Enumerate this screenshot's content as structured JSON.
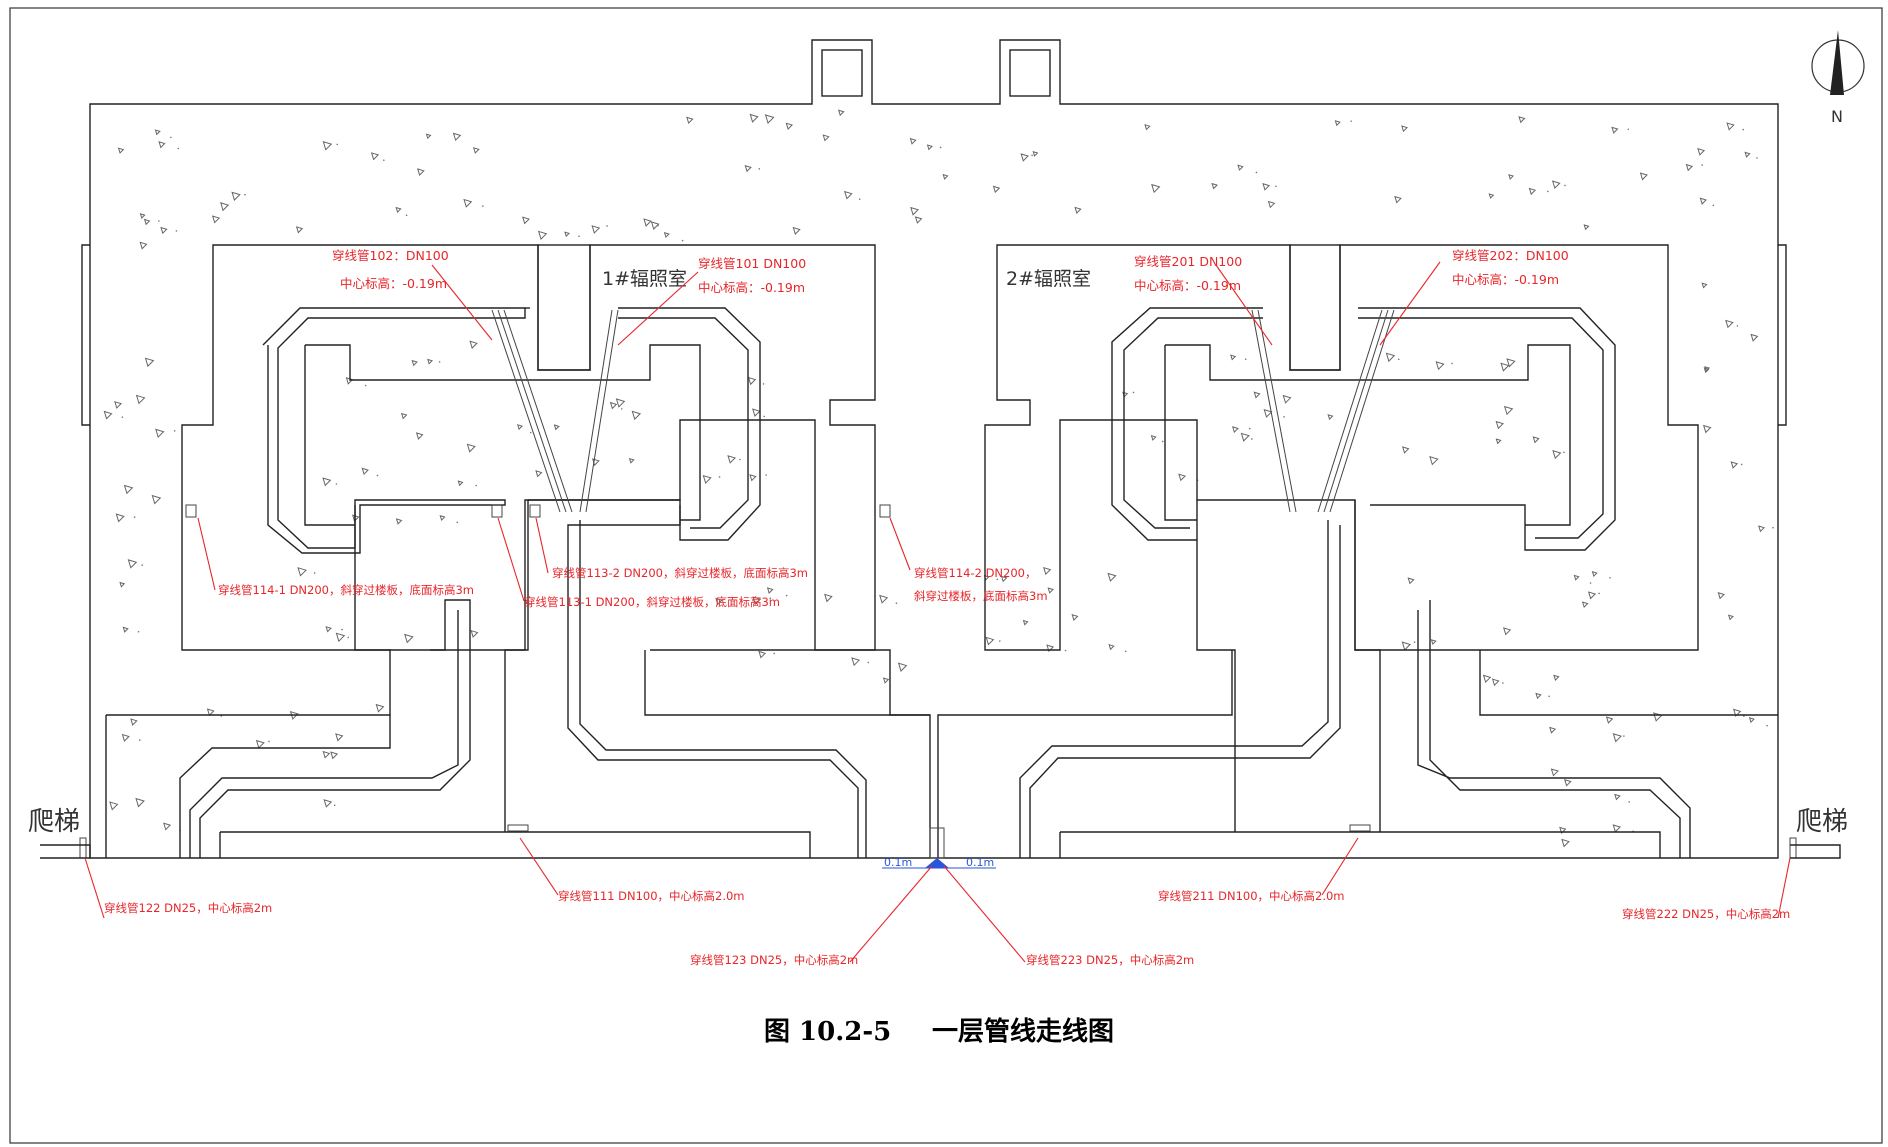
{
  "figure": {
    "caption_number": "图 10.2-5",
    "caption_title": "一层管线走线图",
    "north_label": "N",
    "rooms": [
      {
        "label": "1#辐照室"
      },
      {
        "label": "2#辐照室"
      }
    ],
    "ladders": [
      {
        "label": "爬梯"
      },
      {
        "label": "爬梯"
      }
    ],
    "dimensions": [
      "0.1m",
      "0.1m"
    ],
    "annotations": [
      {
        "id": "a102",
        "lines": [
          "穿线管102：DN100",
          "中心标高：-0.19m"
        ]
      },
      {
        "id": "a101",
        "lines": [
          "穿线管101 DN100",
          "中心标高：-0.19m"
        ]
      },
      {
        "id": "a201",
        "lines": [
          "穿线管201 DN100",
          "中心标高：-0.19m"
        ]
      },
      {
        "id": "a202",
        "lines": [
          "穿线管202：DN100",
          "中心标高：-0.19m"
        ]
      },
      {
        "id": "a114_1",
        "lines": [
          "穿线管114-1 DN200，斜穿过楼板，底面标高3m"
        ]
      },
      {
        "id": "a113_2",
        "lines": [
          "穿线管113-2 DN200，斜穿过楼板，底面标高3m"
        ]
      },
      {
        "id": "a113_1",
        "lines": [
          "穿线管113-1 DN200，斜穿过楼板，底面标高3m"
        ]
      },
      {
        "id": "a114_2",
        "lines": [
          "穿线管114-2 DN200，",
          "斜穿过楼板，底面标高3m"
        ]
      },
      {
        "id": "a122",
        "lines": [
          "穿线管122 DN25，中心标高2m"
        ]
      },
      {
        "id": "a111",
        "lines": [
          "穿线管111 DN100，中心标高2.0m"
        ]
      },
      {
        "id": "a123",
        "lines": [
          "穿线管123 DN25，中心标高2m"
        ]
      },
      {
        "id": "a223",
        "lines": [
          "穿线管223 DN25，中心标高2m"
        ]
      },
      {
        "id": "a211",
        "lines": [
          "穿线管211 DN100，中心标高2.0m"
        ]
      },
      {
        "id": "a222",
        "lines": [
          "穿线管222 DN25，中心标高2m"
        ]
      }
    ]
  }
}
